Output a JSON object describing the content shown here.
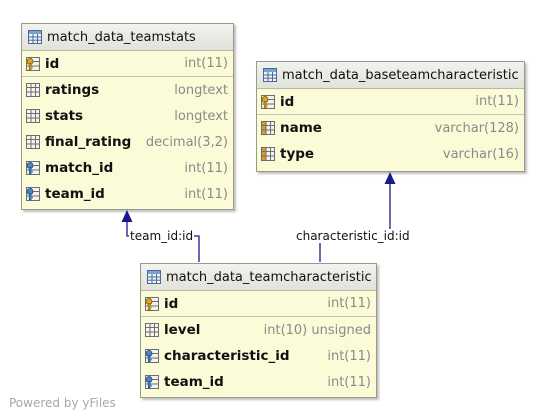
{
  "tables": {
    "teamstats": {
      "title": "match_data_teamstats",
      "pk": {
        "name": "id",
        "type": "int(11)"
      },
      "columns": [
        {
          "name": "ratings",
          "type": "longtext"
        },
        {
          "name": "stats",
          "type": "longtext"
        },
        {
          "name": "final_rating",
          "type": "decimal(3,2)"
        },
        {
          "name": "match_id",
          "type": "int(11)"
        },
        {
          "name": "team_id",
          "type": "int(11)"
        }
      ]
    },
    "baseteamcharacteristic": {
      "title": "match_data_baseteamcharacteristic",
      "pk": {
        "name": "id",
        "type": "int(11)"
      },
      "columns": [
        {
          "name": "name",
          "type": "varchar(128)"
        },
        {
          "name": "type",
          "type": "varchar(16)"
        }
      ]
    },
    "teamcharacteristic": {
      "title": "match_data_teamcharacteristic",
      "pk": {
        "name": "id",
        "type": "int(11)"
      },
      "columns": [
        {
          "name": "level",
          "type": "int(10) unsigned"
        },
        {
          "name": "characteristic_id",
          "type": "int(11)"
        },
        {
          "name": "team_id",
          "type": "int(11)"
        }
      ]
    }
  },
  "relations": {
    "team": "team_id:id",
    "characteristic": "characteristic_id:id"
  },
  "credit": "Powered by yFiles",
  "colors": {
    "table_bg": "#fbfbd8",
    "header_bg": "#e8e8e2",
    "border": "#9a9a88",
    "connector": "#1a1a8c",
    "type_text": "#8a8a8a"
  }
}
